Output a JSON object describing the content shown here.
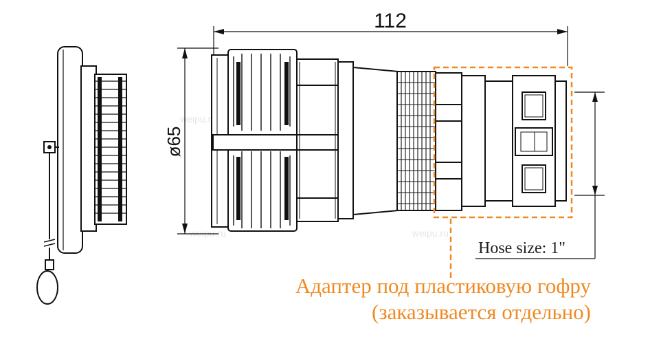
{
  "dimensions": {
    "length": "112",
    "diameter": "ø65"
  },
  "hose_label": "Hose size: 1\"",
  "watermark": "weipu.ru",
  "note": {
    "line1": "Адаптер под пластиковую гофру",
    "line2": "(заказывается отдельно)"
  },
  "colors": {
    "accent": "#ef8a22",
    "line": "#111111"
  }
}
